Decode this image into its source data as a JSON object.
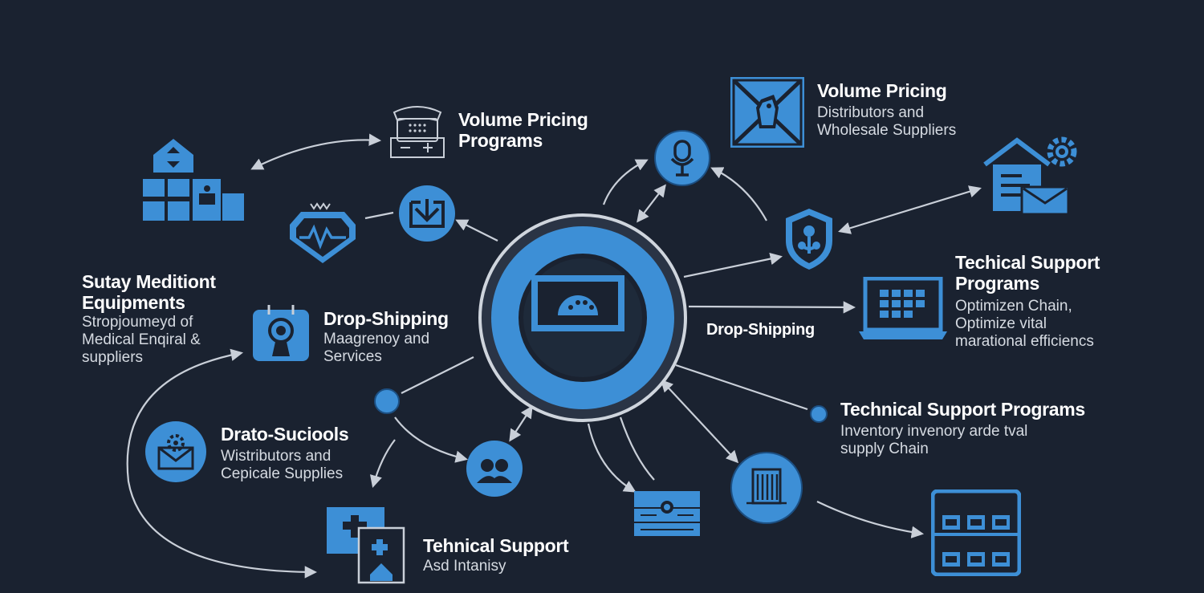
{
  "colors": {
    "background": "#1a2230",
    "accent": "#3d8fd6",
    "accent_dark": "#1c4f82",
    "line": "#c9cfd8",
    "text": "#ffffff",
    "subtext": "#d6dbe2"
  },
  "hub": {
    "icon": "monitor-gauge-icon"
  },
  "labels": {
    "volume_pricing_programs": {
      "title_line1": "Volume Pricing",
      "title_line2": "Programs"
    },
    "volume_pricing_top": {
      "title": "Volume Pricing",
      "sub_line1": "Distributors and",
      "sub_line2": "Wholesale Suppliers"
    },
    "sutay": {
      "title_line1": "Sutay Meditiont",
      "title_line2": "Equipments",
      "sub_line1": "Stropjoumeyd of",
      "sub_line2": "Medical Enqiral &",
      "sub_line3": "suppliers"
    },
    "drop_shipping_left": {
      "title": "Drop-Shipping",
      "sub_line1": "Maagrenoy and",
      "sub_line2": "Services"
    },
    "drop_shipping_center": {
      "title": "Drop-Shipping"
    },
    "technical_support_programs_right": {
      "title_line1": "Techical Support",
      "title_line2": "Programs",
      "sub_line1": "Optimizen Chain,",
      "sub_line2": "Optimize vital",
      "sub_line3": "marational efficiencs"
    },
    "technical_support_programs_lower": {
      "title": "Technical Support Programs",
      "sub_line1": "Inventory invenory arde tval",
      "sub_line2": "supply Chain"
    },
    "drato": {
      "title": "Drato-Suciools",
      "sub_line1": "Wistributors and",
      "sub_line2": "Cepicale Supplies"
    },
    "tehnical_support": {
      "title": "Tehnical Support",
      "sub_line1": "Asd Intanisy"
    }
  },
  "icons": [
    "warehouse-boxes-icon",
    "telephone-keypad-icon",
    "price-tag-crate-icon",
    "shield-heartbeat-icon",
    "inbox-tray-icon",
    "microphone-icon",
    "house-document-gear-icon",
    "security-badge-icon",
    "id-badge-icon",
    "laptop-grid-icon",
    "envelope-gear-icon",
    "group-icon",
    "cash-stack-icon",
    "building-icon",
    "server-rack-icon",
    "medical-cross-house-icon"
  ]
}
